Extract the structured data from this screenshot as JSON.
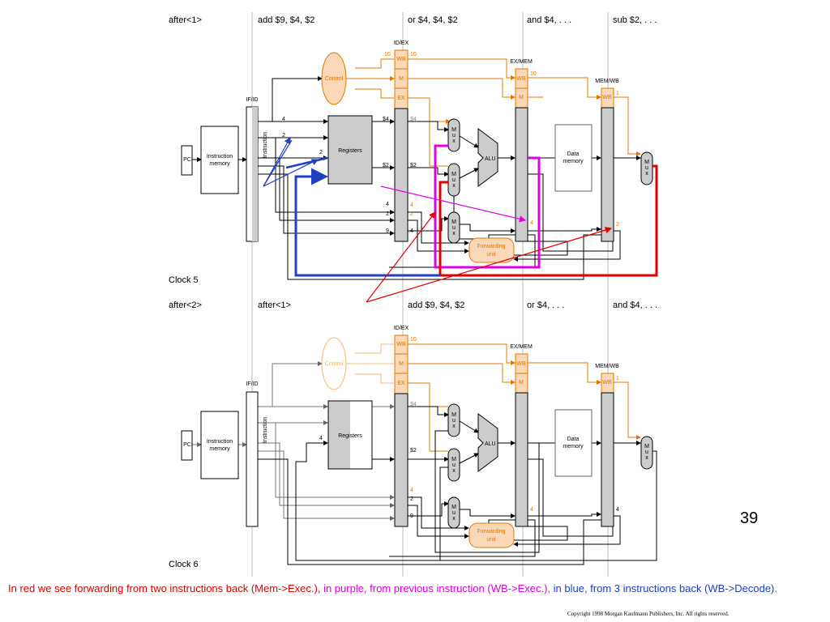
{
  "slide": {
    "page_number": "39",
    "caption": {
      "red": "In red we see forwarding from two instructions back (Mem->Exec.),",
      "purple": " in purple, from previous instruction (WB->Exec.),",
      "blue": " in blue, from 3 instructions back (WB->Decode)."
    },
    "copyright": "Copyright 1998 Morgan Kaufmann Publishers, Inc. All rights reserved."
  },
  "colors": {
    "red": "#e00000",
    "purple": "#e000e0",
    "blue": "#2040c0",
    "orange": "#e07800",
    "control_fill": "#fad8b8"
  },
  "labels": {
    "if_id": "IF/ID",
    "id_ex": "ID/EX",
    "ex_mem": "EX/MEM",
    "mem_wb": "MEM/WB",
    "pc": "PC",
    "imem1": "Instruction",
    "imem2": "memory",
    "instruction": "Instruction",
    "registers": "Registers",
    "control": "Control",
    "alu": "ALU",
    "dmem1": "Data",
    "dmem2": "memory",
    "fwd1": "Forwarding",
    "fwd2": "unit",
    "mux1": "M",
    "mux2": "u",
    "mux3": "x",
    "wb": "WB",
    "m": "M",
    "ex": "EX"
  },
  "clock5": {
    "label": "Clock 5",
    "stages": [
      "after<1>",
      "add $9, $4, $2",
      "or $4, $4, $2",
      "and $4, . . .",
      "sub $2, . . ."
    ],
    "ctrl_idex": "10",
    "ctrl_idex2": "10",
    "ctrl_exmem": "10",
    "ctrl_memwb": "1",
    "rs_field": "4",
    "rt_field": "2",
    "wb_field": "2",
    "reg_rs_out": "$4",
    "reg_rt_out": "$2",
    "idex_rs": "$4",
    "idex_rt": "$2",
    "idex_rs_num": "4",
    "idex_rt_num": "2",
    "idex_rs_num_o": "4",
    "idex_rt_num_o": "2",
    "idex_rd": "9",
    "idex_rd_out": "4",
    "exmem_rd": "4",
    "memwb_rd": "2"
  },
  "clock6": {
    "label": "Clock 6",
    "stages": [
      "after<2>",
      "after<1>",
      "add $9, $4, $2",
      "or $4, . . .",
      "and $4, . . ."
    ],
    "ctrl_idex": "10",
    "ctrl_memwb": "1",
    "wb_field": "4",
    "idex_rs": "$4",
    "idex_rt": "$2",
    "idex_rs_num_o": "4",
    "idex_rt_num": "2",
    "idex_rd": "9",
    "exmem_rd": "4",
    "memwb_rd": "4"
  }
}
